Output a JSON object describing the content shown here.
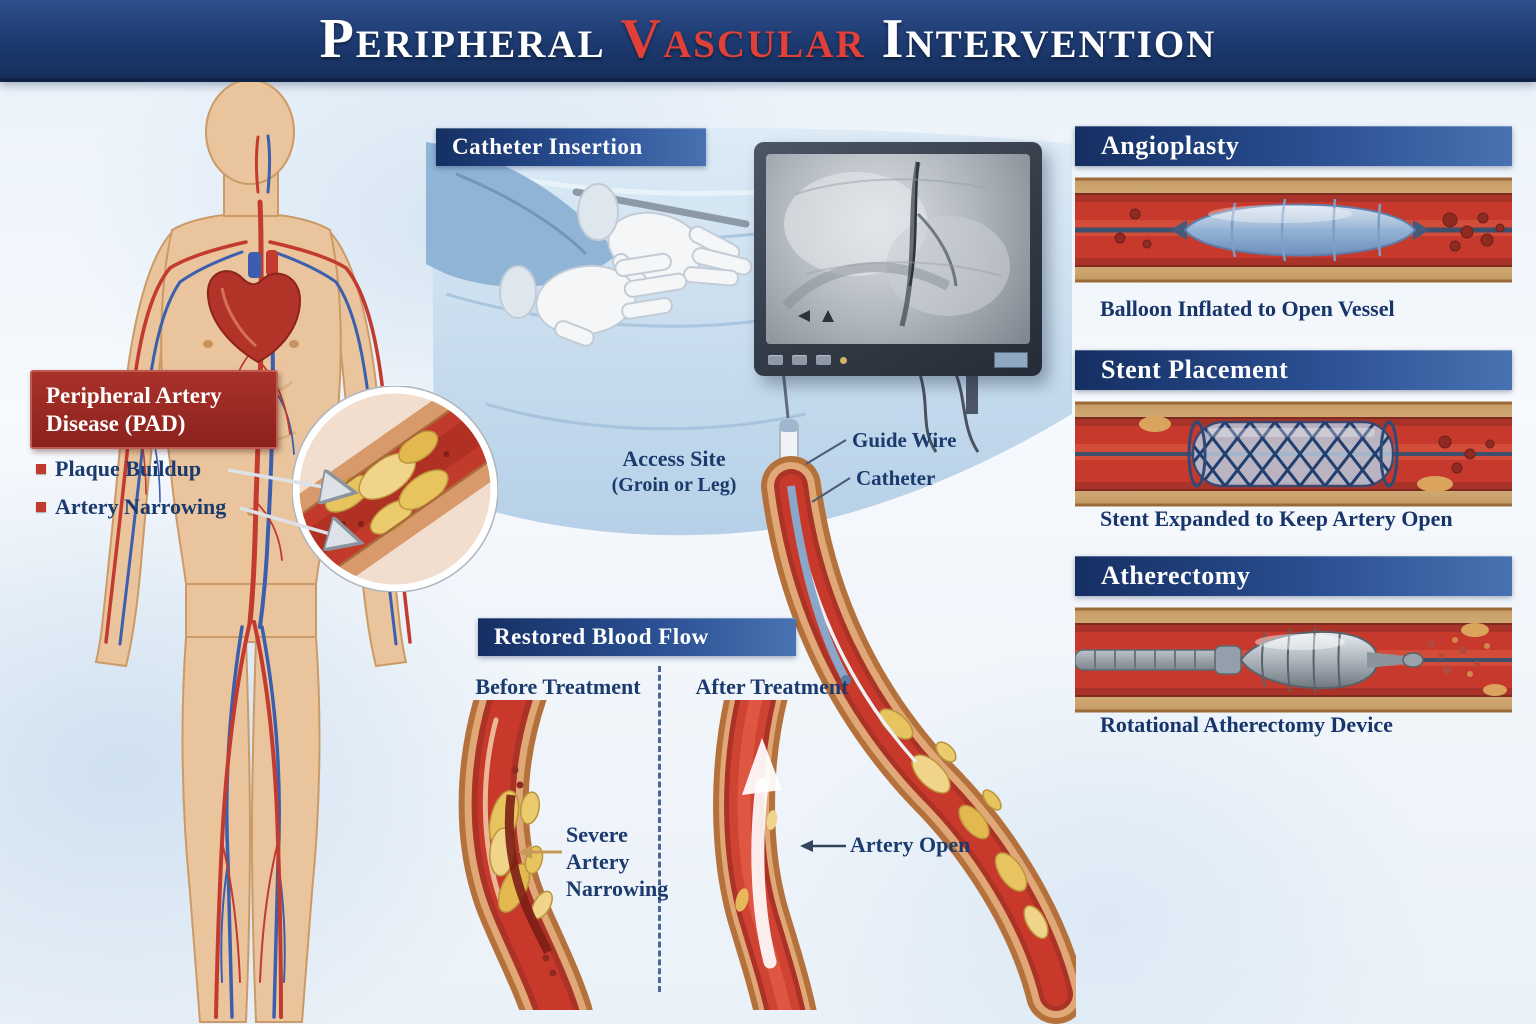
{
  "title": {
    "part1": "Peripheral",
    "part2": "Vascular",
    "part3": "Intervention"
  },
  "colors": {
    "banner_blue": "#1d3a70",
    "accent_red": "#e04038",
    "header_gradient_start": "#152f63",
    "header_gradient_end": "#4872b2",
    "navy_text": "#1b3a6e",
    "pad_box_red": "#8c221c",
    "artery_lumen_red": "#c6392c",
    "artery_wall_tan": "#e0a876",
    "plaque_yellow": "#e8c45f",
    "balloon_blue": "#8fb4da"
  },
  "pad": {
    "heading": "Peripheral Artery Disease (PAD)",
    "bullets": [
      {
        "label": "Plaque Buildup"
      },
      {
        "label": "Artery Narrowing"
      }
    ]
  },
  "catheter": {
    "title": "Catheter Insertion",
    "access_site": "Access Site",
    "access_site_detail": "(Groin or Leg)",
    "guide_wire": "Guide Wire",
    "catheter": "Catheter"
  },
  "restored": {
    "title": "Restored Blood Flow",
    "before": "Before Treatment",
    "after": "After Treatment",
    "before_note": "Severe Artery Narrowing",
    "after_note": "Artery Open"
  },
  "procedures": [
    {
      "title": "Angioplasty",
      "caption": "Balloon Inflated to Open Vessel"
    },
    {
      "title": "Stent Placement",
      "caption": "Stent Expanded to Keep Artery Open"
    },
    {
      "title": "Atherectomy",
      "caption": "Rotational Atherectomy Device"
    }
  ]
}
